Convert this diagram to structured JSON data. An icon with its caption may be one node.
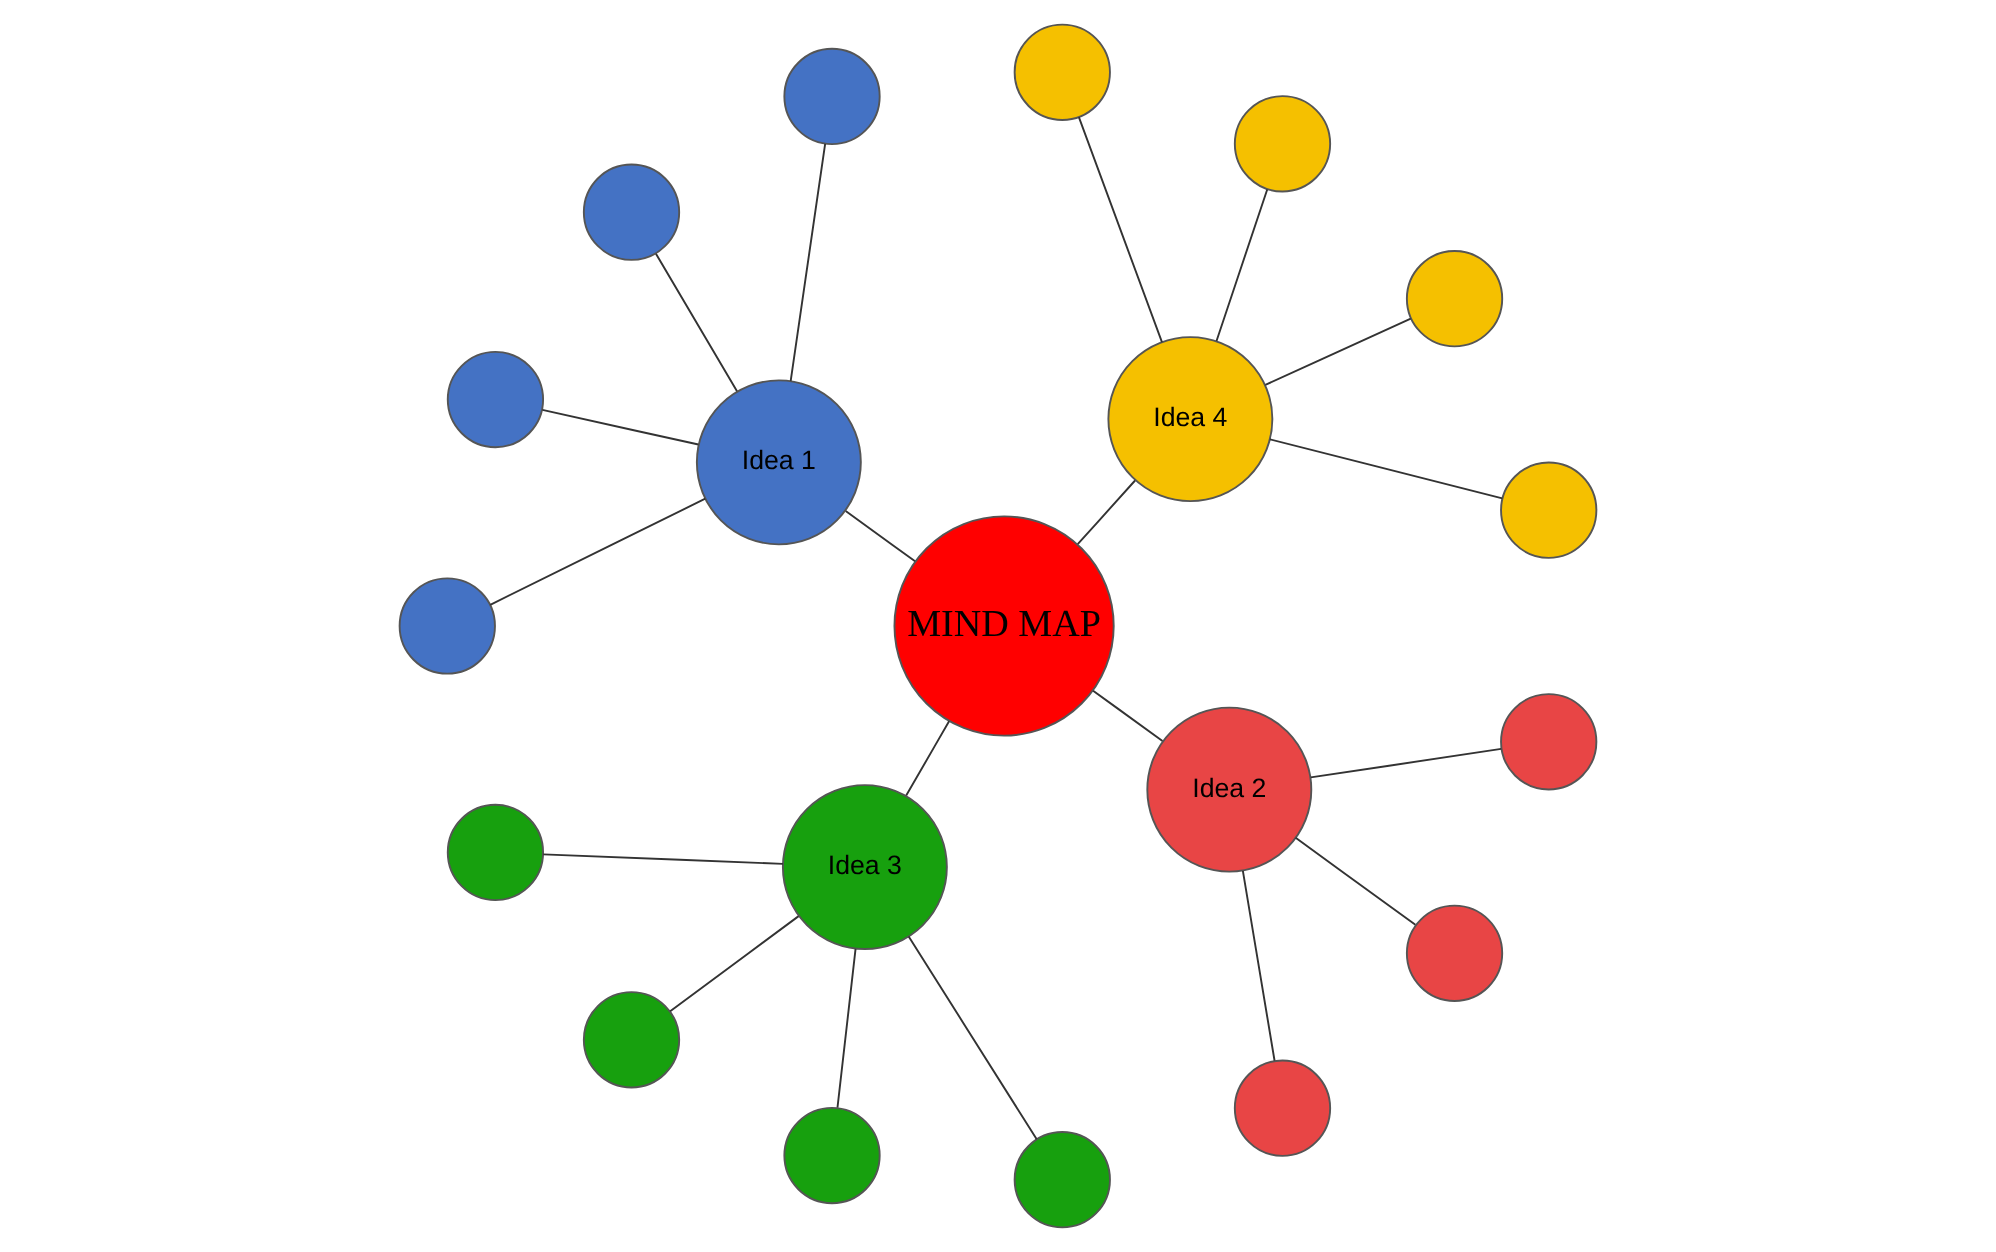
{
  "diagram": {
    "nodes": [
      {
        "text": [
          "MIND MAP"
        ]
      },
      {
        "text": [
          "Idea 4"
        ]
      },
      {
        "text": [
          "Idea 1"
        ]
      },
      {
        "text": [
          "Idea 3"
        ]
      },
      {
        "text": [
          "Idea 2"
        ]
      },
      {
        "text": [],
        "shape": "circle"
      },
      {
        "text": [],
        "shape": "circle"
      },
      {
        "text": [],
        "shape": "circle"
      },
      {
        "text": [],
        "shape": "circle"
      },
      {
        "text": [],
        "shape": "circle"
      },
      {
        "text": [],
        "shape": "circle"
      },
      {
        "text": [],
        "shape": "circle"
      },
      {
        "text": [],
        "shape": "circle"
      },
      {
        "text": [],
        "shape": "circle"
      },
      {
        "text": [],
        "shape": "circle"
      },
      {
        "text": [],
        "shape": "circle"
      },
      {
        "text": [],
        "shape": "circle"
      },
      {
        "text": [],
        "shape": "circle"
      },
      {
        "text": [],
        "shape": "circle"
      },
      {
        "text": [],
        "shape": "circle"
      }
    ],
    "edges": [
      {
        "from": 0,
        "to": 1,
        "arrow": "none"
      },
      {
        "from": 0,
        "to": 2,
        "arrow": "none"
      },
      {
        "from": 0,
        "to": 3,
        "arrow": "none"
      },
      {
        "from": 0,
        "to": 4,
        "arrow": "none"
      },
      {
        "from": 1,
        "to": 5,
        "arrow": "none"
      },
      {
        "from": 1,
        "to": 6,
        "arrow": "none"
      },
      {
        "from": 1,
        "to": 7,
        "arrow": "none"
      },
      {
        "from": 1,
        "to": 8,
        "arrow": "none"
      },
      {
        "from": 2,
        "to": 9,
        "arrow": "none"
      },
      {
        "from": 2,
        "to": 10,
        "arrow": "none"
      },
      {
        "from": 2,
        "to": 11,
        "arrow": "none"
      },
      {
        "from": 2,
        "to": 12,
        "arrow": "none"
      },
      {
        "from": 3,
        "to": 13,
        "arrow": "none"
      },
      {
        "from": 3,
        "to": 14,
        "arrow": "none"
      },
      {
        "from": 3,
        "to": 15,
        "arrow": "none"
      },
      {
        "from": 3,
        "to": 16,
        "arrow": "none"
      },
      {
        "from": 4,
        "to": 17,
        "arrow": "none"
      },
      {
        "from": 4,
        "to": 18,
        "arrow": "none"
      },
      {
        "from": 4,
        "to": 19,
        "arrow": "none"
      }
    ]
  }
}
